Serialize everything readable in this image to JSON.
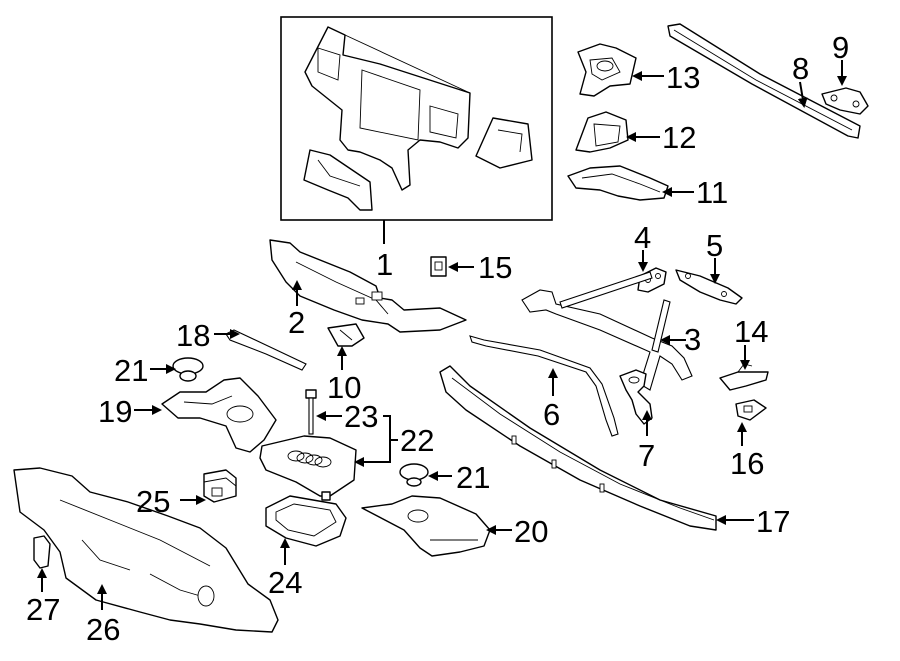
{
  "callouts": {
    "c1": "1",
    "c2": "2",
    "c3": "3",
    "c4": "4",
    "c5": "5",
    "c6": "6",
    "c7": "7",
    "c8": "8",
    "c9": "9",
    "c10": "10",
    "c11": "11",
    "c12": "12",
    "c13": "13",
    "c14": "14",
    "c15": "15",
    "c16": "16",
    "c17": "17",
    "c18": "18",
    "c19": "19",
    "c20": "20",
    "c21a": "21",
    "c21b": "21",
    "c22": "22",
    "c23": "23",
    "c24": "24",
    "c25": "25",
    "c26": "26",
    "c27": "27"
  }
}
